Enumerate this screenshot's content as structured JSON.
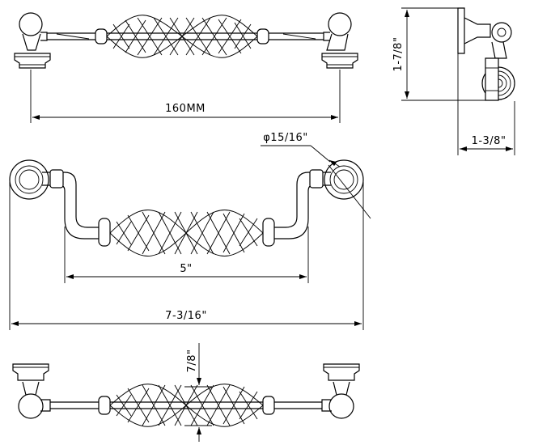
{
  "dimensions": {
    "mm_length": "160MM",
    "height": "1-7/8\"",
    "projection": "1-3/8\"",
    "rosette_diameter": "φ15/16\"",
    "center_to_center": "5\"",
    "overall_length": "7-3/16\"",
    "thickness": "7/8\""
  }
}
